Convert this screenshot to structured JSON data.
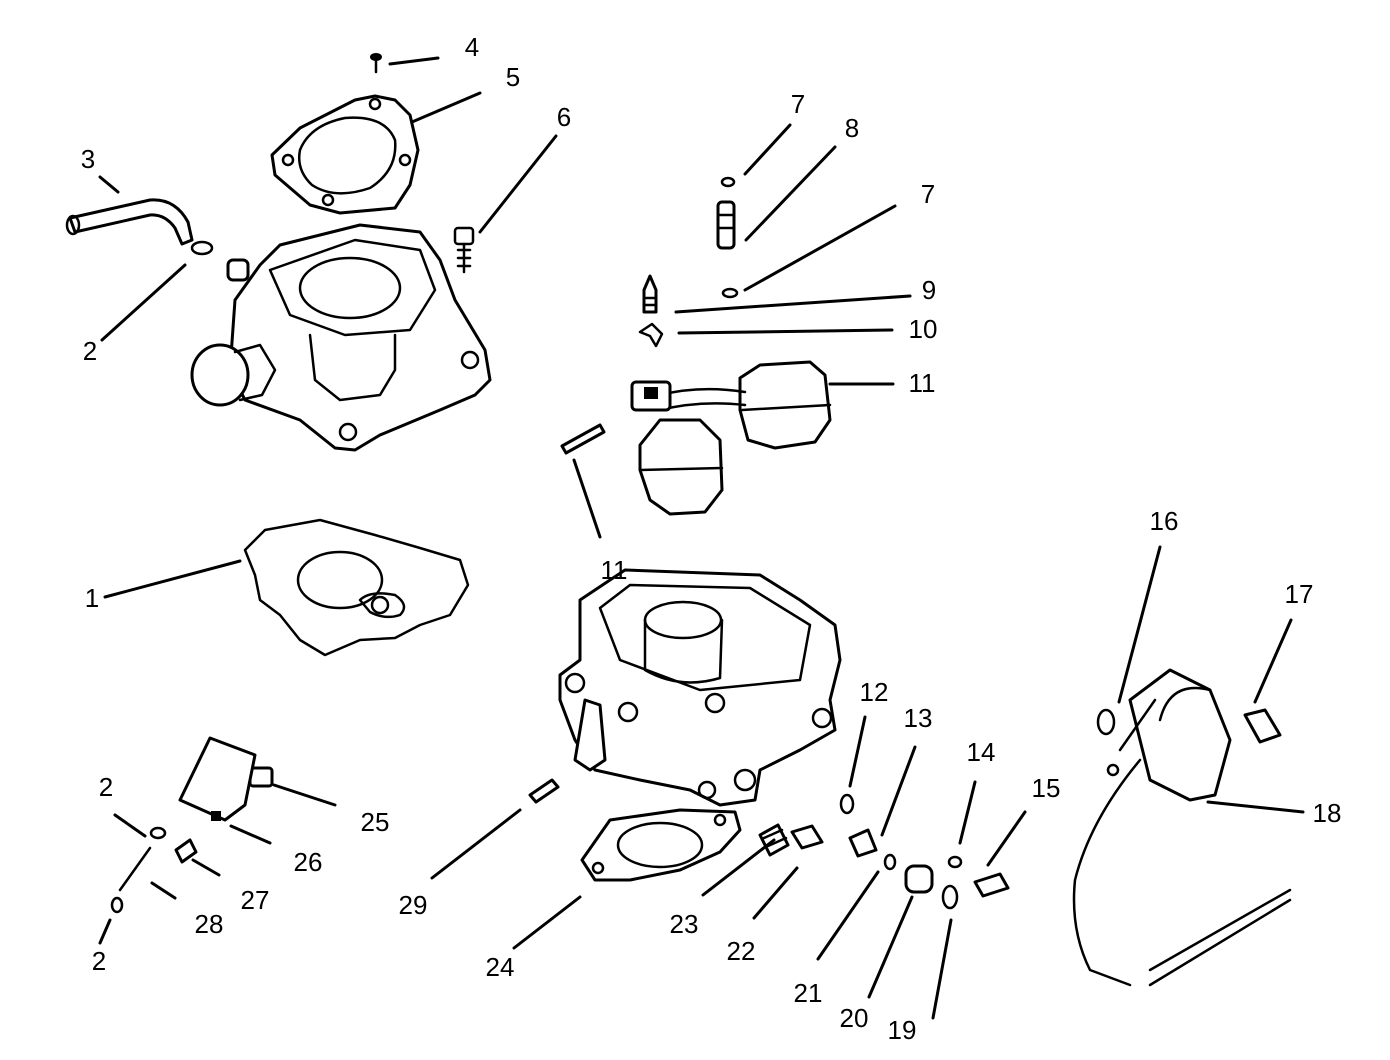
{
  "callouts": {
    "c1": "1",
    "c2a": "2",
    "c2b": "2",
    "c2c": "2",
    "c3": "3",
    "c4": "4",
    "c5": "5",
    "c6": "6",
    "c7a": "7",
    "c7b": "7",
    "c8": "8",
    "c9": "9",
    "c10": "10",
    "c11a": "11",
    "c11b": "11",
    "c12": "12",
    "c13": "13",
    "c14": "14",
    "c15": "15",
    "c16": "16",
    "c17": "17",
    "c18": "18",
    "c19": "19",
    "c20": "20",
    "c21": "21",
    "c22": "22",
    "c23": "23",
    "c24": "24",
    "c25": "25",
    "c26": "26",
    "c27": "27",
    "c28": "28",
    "c29": "29"
  },
  "colors": {
    "line": "#000000",
    "background": "#ffffff"
  }
}
